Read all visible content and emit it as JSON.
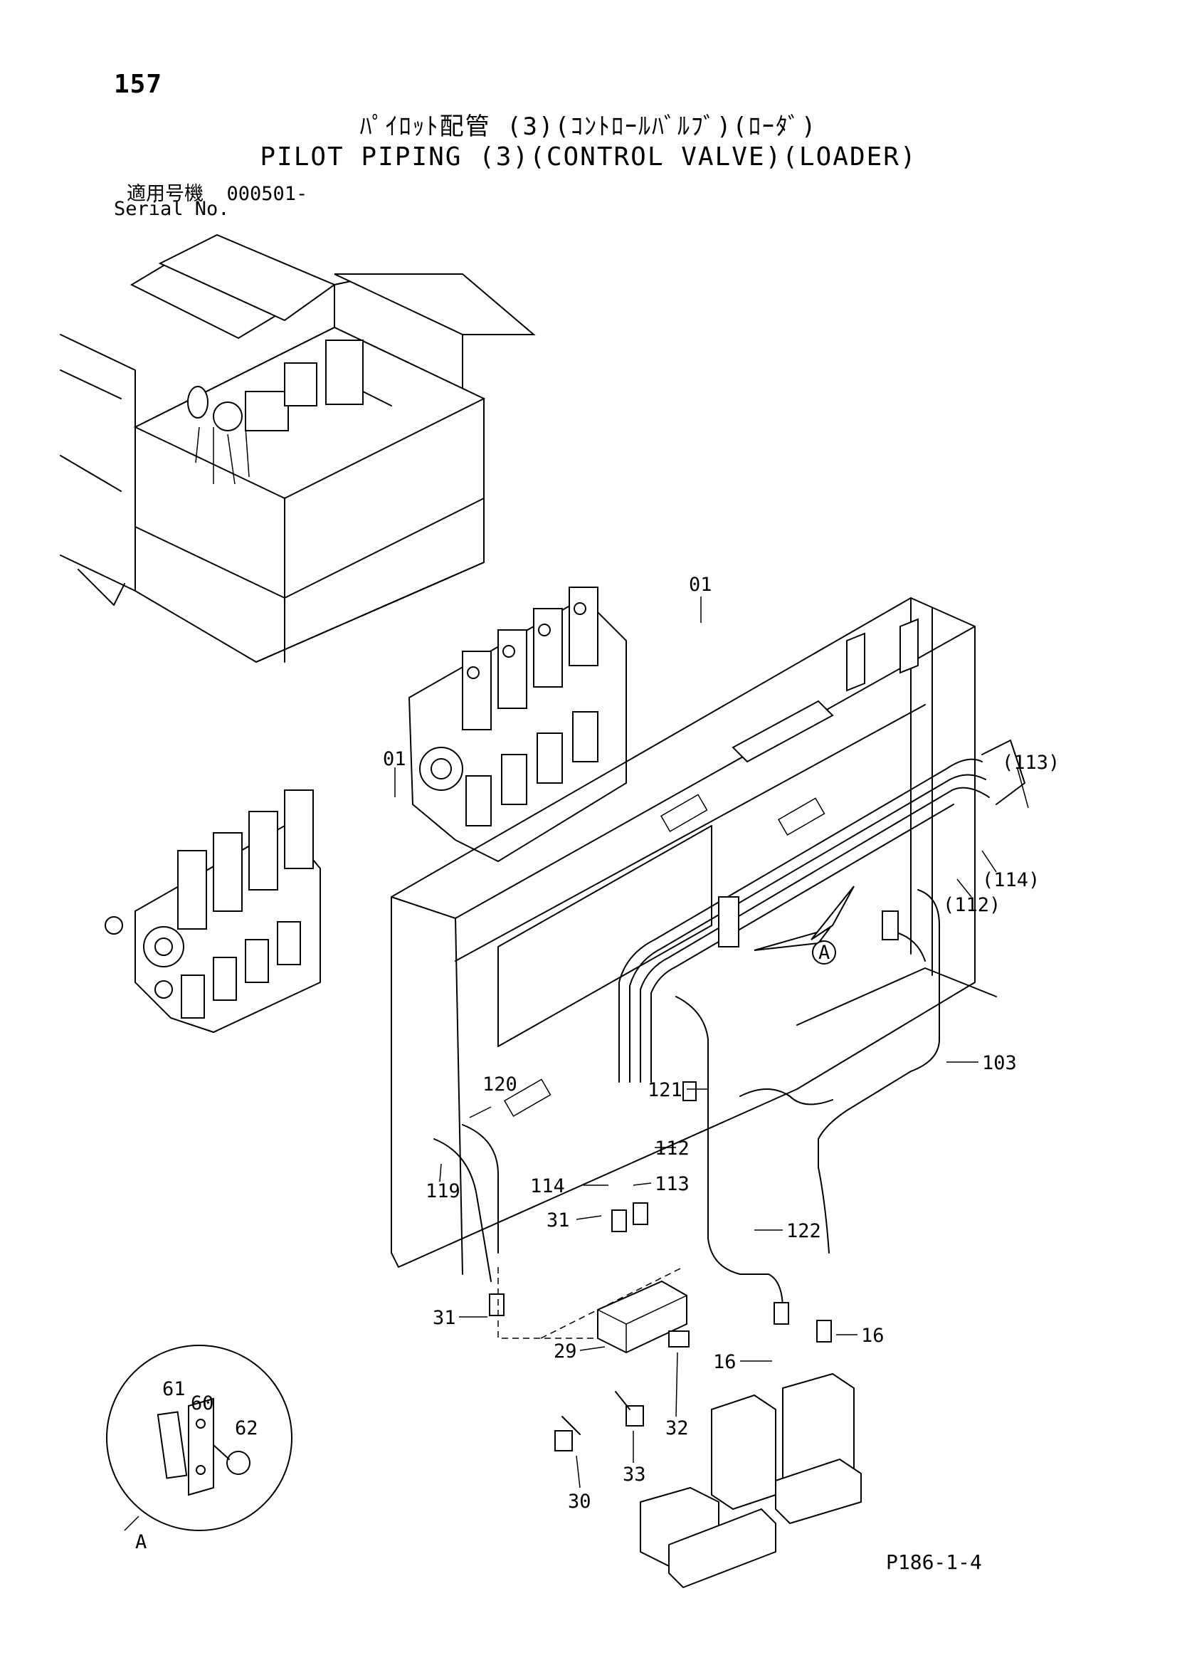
{
  "header": {
    "page_number": "157",
    "title_jp": "ﾊﾟｲﾛｯﾄ配管 (3)(ｺﾝﾄﾛｰﾙﾊﾞﾙﾌﾞ)(ﾛｰﾀﾞ)",
    "title_en": "PILOT PIPING (3)(CONTROL VALVE)(LOADER)",
    "serial_label_jp": "適用号機",
    "serial_value": "000501-",
    "serial_label_en": "Serial No."
  },
  "callouts": [
    {
      "id": "01-upper",
      "text": "01"
    },
    {
      "id": "01-left",
      "text": "01"
    },
    {
      "id": "113-paren",
      "text": "(113)"
    },
    {
      "id": "114-paren",
      "text": "(114)"
    },
    {
      "id": "112-paren",
      "text": "(112)"
    },
    {
      "id": "detail-A-ref",
      "text": "A"
    },
    {
      "id": "103",
      "text": "103"
    },
    {
      "id": "120",
      "text": "120"
    },
    {
      "id": "121",
      "text": "121"
    },
    {
      "id": "112",
      "text": "112"
    },
    {
      "id": "114",
      "text": "114"
    },
    {
      "id": "113",
      "text": "113"
    },
    {
      "id": "119",
      "text": "119"
    },
    {
      "id": "31-upper",
      "text": "31"
    },
    {
      "id": "122",
      "text": "122"
    },
    {
      "id": "31-lower",
      "text": "31"
    },
    {
      "id": "29",
      "text": "29"
    },
    {
      "id": "16-left",
      "text": "16"
    },
    {
      "id": "16-right",
      "text": "16"
    },
    {
      "id": "32",
      "text": "32"
    },
    {
      "id": "33",
      "text": "33"
    },
    {
      "id": "30",
      "text": "30"
    },
    {
      "id": "61",
      "text": "61"
    },
    {
      "id": "60",
      "text": "60"
    },
    {
      "id": "62",
      "text": "62"
    },
    {
      "id": "detail-A",
      "text": "A"
    }
  ],
  "footer": {
    "code": "P186-1-4"
  }
}
